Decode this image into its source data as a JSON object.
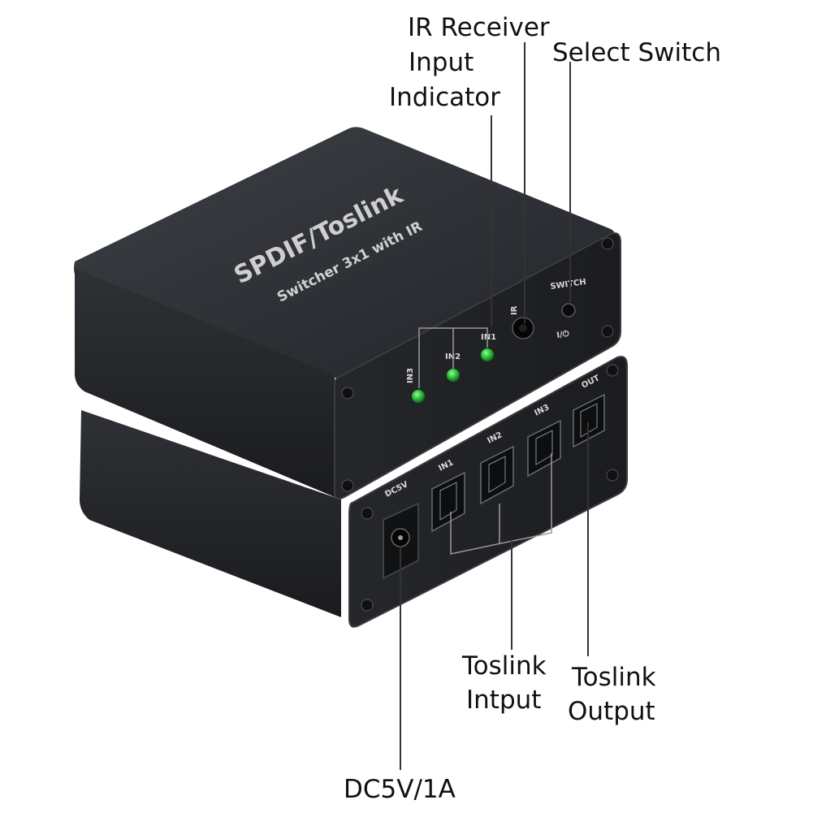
{
  "product": {
    "title": "SPDIF/Toslink",
    "subtitle": "Switcher 3x1 with IR"
  },
  "panel_labels": {
    "ir": "IR",
    "switch": "SWITCH",
    "power": "I/⏻",
    "in1": "IN1",
    "in2": "IN2",
    "in3": "IN3",
    "out": "OUT",
    "dc": "DC5V"
  },
  "callouts": {
    "ir_receiver": "IR Receiver",
    "input_indicator_1": "Input",
    "input_indicator_2": "Indicator",
    "select_switch": "Select Switch",
    "toslink_input_1": "Toslink",
    "toslink_input_2": "Intput",
    "toslink_output_1": "Toslink",
    "toslink_output_2": "Output",
    "power": "DC5V/1A"
  },
  "colors": {
    "body": "#2b2d31",
    "led": "#2fbf3a"
  }
}
